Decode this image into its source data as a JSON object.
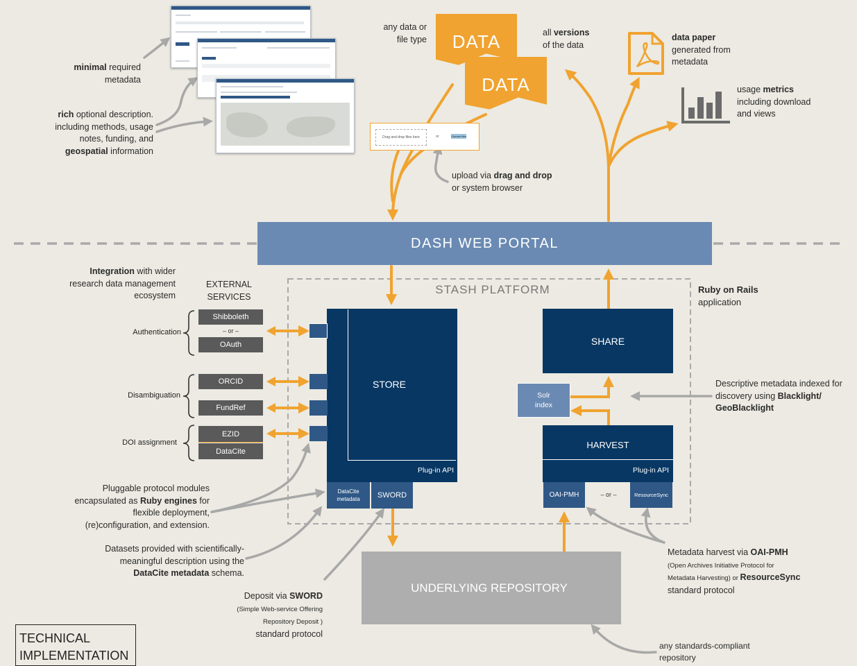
{
  "labels": {
    "minimal": [
      "minimal",
      " required",
      "metadata"
    ],
    "rich": [
      "rich",
      " optional description.",
      "including methods, usage",
      "notes, funding, and",
      "geospatial",
      " information"
    ],
    "any_data": [
      "any data or",
      "file type"
    ],
    "data_word": "DATA",
    "versions": [
      "all ",
      "versions",
      "of the data"
    ],
    "data_paper": [
      "data paper",
      "generated from",
      "metadata"
    ],
    "usage": [
      "usage ",
      "metrics",
      "including download",
      "and views"
    ],
    "upload": [
      "upload via ",
      "drag and drop",
      "or system browser"
    ],
    "upload_widget": [
      "Drag and drop files here",
      "or",
      "Choose files"
    ],
    "portal": "DASH WEB PORTAL",
    "integration": [
      "Integration",
      " with wider",
      "research data management",
      "ecosystem"
    ],
    "external_services": [
      "EXTERNAL",
      "SERVICES"
    ],
    "stash": "STASH PLATFORM",
    "ruby_rails": [
      "Ruby on Rails",
      "application"
    ],
    "authentication": "Authentication",
    "disambiguation": "Disambiguation",
    "doi": "DOI assignment",
    "services": {
      "shibboleth": "Shibboleth",
      "or": "– or –",
      "oauth": "OAuth",
      "orcid": "ORCID",
      "fundref": "FundRef",
      "ezid": "EZID",
      "datacite": "DataCite"
    },
    "store": "STORE",
    "plugin_api": "Plug-in API",
    "datacite_metadata": [
      "DataCite",
      "metadata"
    ],
    "sword": "SWORD",
    "share": "SHARE",
    "solr": [
      "Solr",
      "index"
    ],
    "harvest": "HARVEST",
    "oai_pmh": "OAI-PMH",
    "resource_or": "– or –",
    "resourcesync": "ResourceSync",
    "descriptive": [
      "Descriptive metadata indexed for",
      "discovery using ",
      "Blacklight/",
      "GeoBlacklight"
    ],
    "pluggable": [
      "Pluggable protocol modules",
      "encapsulated as ",
      "Ruby engines",
      " for",
      "flexible deployment,",
      "(re)configuration, and extension."
    ],
    "datasets": [
      "Datasets provided with scientifically-",
      "meaningful description using the",
      "DataCite metadata",
      " schema."
    ],
    "deposit": [
      "Deposit via ",
      "SWORD",
      "(Simple Web-service Offering",
      "Repository Deposit )",
      "standard protocol"
    ],
    "repository": "UNDERLYING REPOSITORY",
    "harvest_note": [
      "Metadata harvest via ",
      "OAI-PMH",
      "(Open Archives Initiative Protocol for",
      "Metadata Harvesting) or ",
      "ResourceSync",
      "standard protocol"
    ],
    "any_standards": [
      "any standards-compliant",
      "repository"
    ],
    "technical": [
      "TECHNICAL",
      "IMPLEMENTATION"
    ]
  },
  "colors": {
    "background": "#ECEAE2",
    "orange": "#F0A330",
    "navy": "#083763",
    "slate": "#2F5886",
    "portal": "#6A8AB3",
    "repository": "#AEAEAE",
    "service_grey": "#5A5A5A"
  },
  "icons": [
    "pdf-document-icon",
    "bar-chart-icon",
    "database-cylinder-icon",
    "map-icon"
  ]
}
